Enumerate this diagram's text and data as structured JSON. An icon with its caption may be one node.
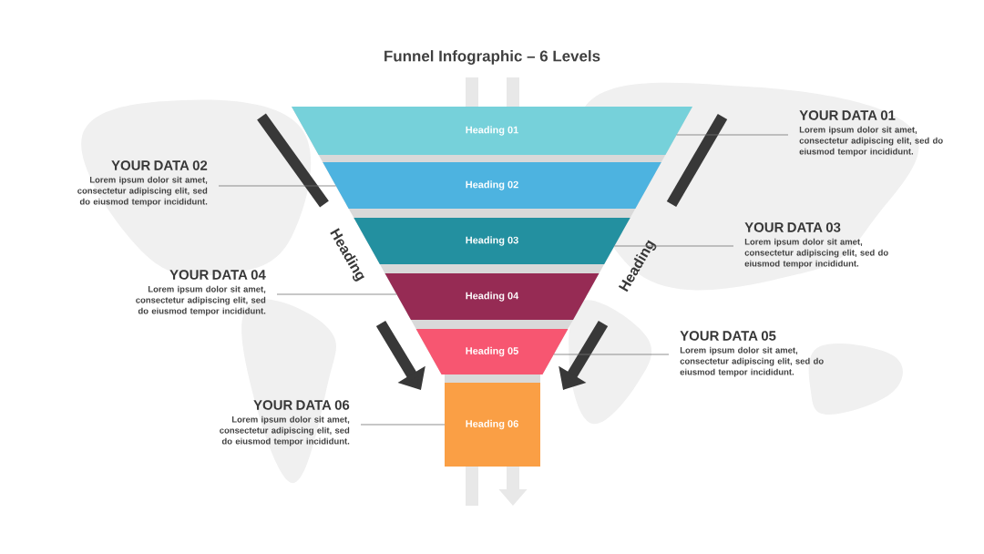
{
  "diagram": {
    "title": "Funnel Infographic – 6 Levels",
    "nodes": [
      {
        "text": [
          "Heading 01"
        ]
      },
      {
        "text": [
          "Heading 02"
        ]
      },
      {
        "text": [
          "Heading 03"
        ]
      },
      {
        "text": [
          "Heading 04"
        ]
      },
      {
        "text": [
          "Heading 05"
        ]
      },
      {
        "text": [
          "Heading 06"
        ]
      },
      {
        "text": [
          "YOUR DATA 01",
          "Lorem ipsum dolor sit amet, consectetur adipiscing elit, sed do eiusmod tempor incididunt."
        ]
      },
      {
        "text": [
          "YOUR DATA 02",
          "Lorem ipsum dolor sit amet, consectetur adipiscing elit, sed do eiusmod tempor incididunt."
        ]
      },
      {
        "text": [
          "YOUR DATA 03",
          "Lorem ipsum dolor sit amet, consectetur adipiscing elit, sed do eiusmod tempor incididunt."
        ]
      },
      {
        "text": [
          "YOUR DATA 04",
          "Lorem ipsum dolor sit amet, consectetur adipiscing elit, sed do eiusmod tempor incididunt."
        ]
      },
      {
        "text": [
          "YOUR DATA 05",
          "Lorem ipsum dolor sit amet, consectetur adipiscing elit, sed do eiusmod tempor incididunt."
        ]
      },
      {
        "text": [
          "YOUR DATA 06",
          "Lorem ipsum dolor sit amet, consectetur adipiscing elit, sed do eiusmod tempor incididunt."
        ]
      }
    ],
    "edges": [
      {
        "from": 6,
        "to": 0,
        "arrow": "none"
      },
      {
        "from": 7,
        "to": 1,
        "arrow": "none"
      },
      {
        "from": 8,
        "to": 2,
        "arrow": "none"
      },
      {
        "from": 9,
        "to": 3,
        "arrow": "none"
      },
      {
        "from": 10,
        "to": 4,
        "arrow": "none"
      },
      {
        "from": 11,
        "to": 5,
        "arrow": "none"
      }
    ],
    "labels": [
      "Heading",
      "Heading"
    ]
  }
}
